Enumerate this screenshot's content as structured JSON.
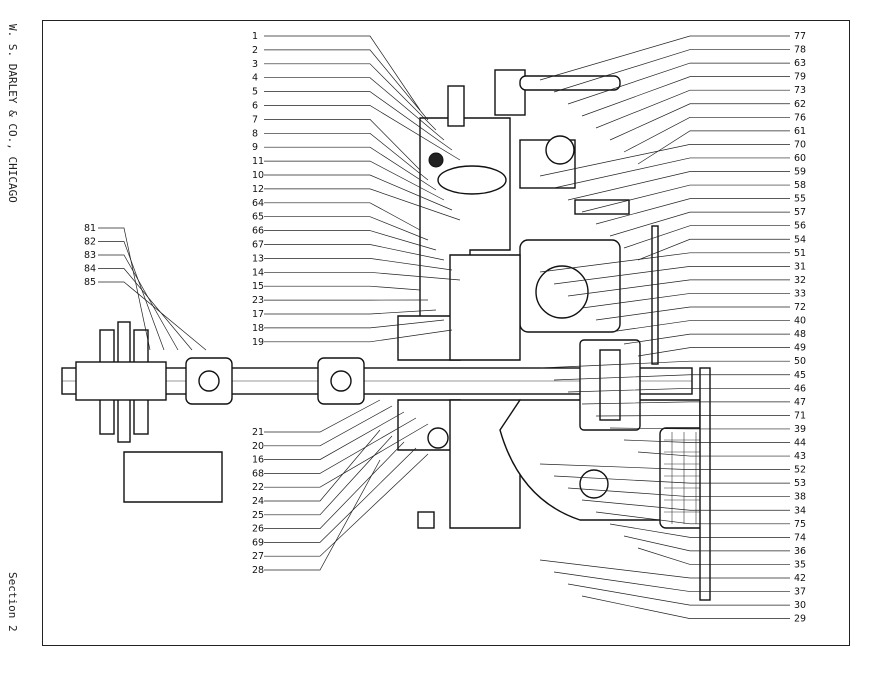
{
  "publisher": "W. S. DARLEY & CO., CHICAGO",
  "section": "Section 2",
  "labels_left": [
    "1",
    "2",
    "3",
    "4",
    "5",
    "6",
    "7",
    "8",
    "9",
    "11",
    "10",
    "12",
    "64",
    "65",
    "66",
    "67",
    "13",
    "14",
    "15",
    "23",
    "17",
    "18",
    "19"
  ],
  "labels_left_lower": [
    "21",
    "20",
    "16",
    "68",
    "22",
    "24",
    "25",
    "26",
    "69",
    "27",
    "28"
  ],
  "labels_far_left": [
    "81",
    "82",
    "83",
    "84",
    "85"
  ],
  "labels_right": [
    "77",
    "78",
    "63",
    "79",
    "73",
    "62",
    "76",
    "61",
    "70",
    "60",
    "59",
    "58",
    "55",
    "57",
    "56",
    "54",
    "51",
    "31",
    "32",
    "33",
    "72",
    "40",
    "48",
    "49",
    "50",
    "45",
    "46",
    "47",
    "71",
    "39",
    "44",
    "43",
    "52",
    "53",
    "38",
    "34",
    "75",
    "74",
    "36",
    "35",
    "42",
    "37",
    "30",
    "29"
  ]
}
